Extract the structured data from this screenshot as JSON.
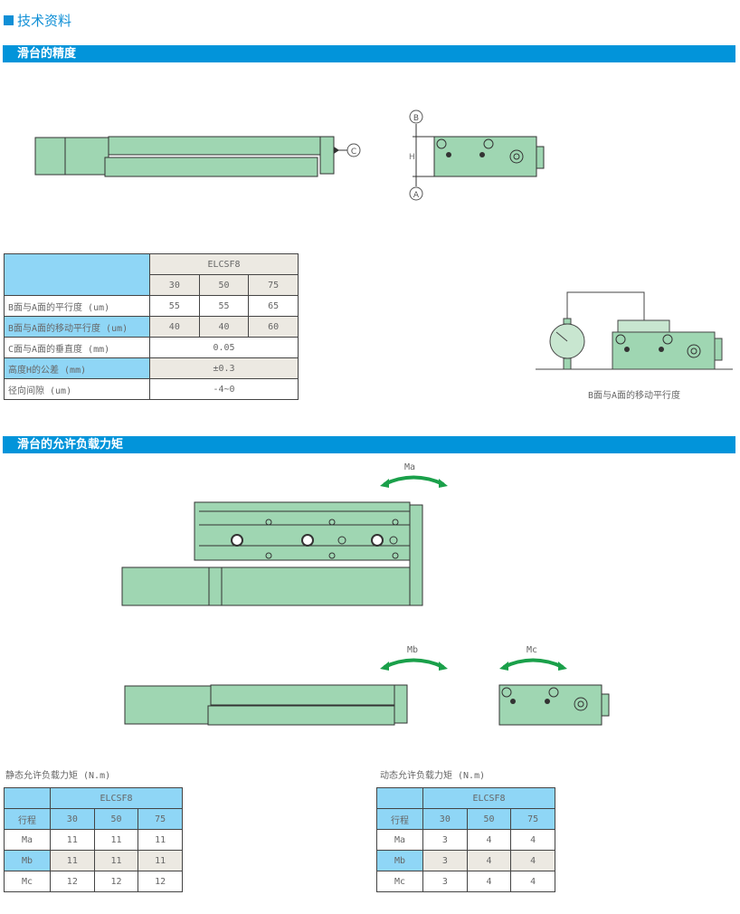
{
  "title": "技术资料",
  "section1": {
    "header": "滑台的精度"
  },
  "diagram1": {
    "c_label": "C",
    "b_label": "B",
    "a_label": "A",
    "h_label": "H"
  },
  "accuracy_table": {
    "model": "ELCSF8",
    "strokes": [
      "30",
      "50",
      "75"
    ],
    "rows": [
      {
        "label": "B面与A面的平行度 (um)",
        "values": [
          "55",
          "55",
          "65"
        ]
      },
      {
        "label": "B面与A面的移动平行度 (um)",
        "values": [
          "40",
          "40",
          "60"
        ]
      },
      {
        "label": "C面与A面的垂直度 (mm)",
        "value": "0.05"
      },
      {
        "label": "高度H的公差 (mm)",
        "value": "±0.3"
      },
      {
        "label": "径向间隙 (um)",
        "value": "-4~0"
      }
    ]
  },
  "measure_caption": "B面与A面的移动平行度",
  "section2": {
    "header": "滑台的允许负载力矩"
  },
  "moments": {
    "ma": "Ma",
    "mb": "Mb",
    "mc": "Mc"
  },
  "static_table": {
    "caption": "静态允许负载力矩 (N.m)",
    "model": "ELCSF8",
    "stroke_label": "行程",
    "strokes": [
      "30",
      "50",
      "75"
    ],
    "rows": [
      {
        "label": "Ma",
        "values": [
          "11",
          "11",
          "11"
        ]
      },
      {
        "label": "Mb",
        "values": [
          "11",
          "11",
          "11"
        ]
      },
      {
        "label": "Mc",
        "values": [
          "12",
          "12",
          "12"
        ]
      }
    ]
  },
  "dynamic_table": {
    "caption": "动态允许负载力矩 (N.m)",
    "model": "ELCSF8",
    "stroke_label": "行程",
    "strokes": [
      "30",
      "50",
      "75"
    ],
    "rows": [
      {
        "label": "Ma",
        "values": [
          "3",
          "4",
          "4"
        ]
      },
      {
        "label": "Mb",
        "values": [
          "3",
          "4",
          "4"
        ]
      },
      {
        "label": "Mc",
        "values": [
          "3",
          "4",
          "4"
        ]
      }
    ]
  },
  "colors": {
    "accent": "#0294da",
    "body": "#9fd6b2",
    "arrow": "#1aa04a",
    "table_blue": "#8fd6f6",
    "table_grey": "#ece9e2"
  }
}
